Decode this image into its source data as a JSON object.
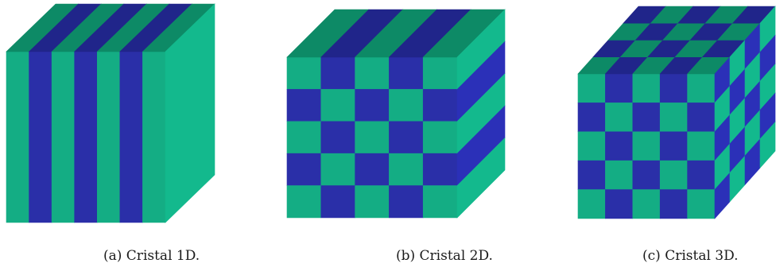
{
  "colors": {
    "green": "#14ad84",
    "blue": "#2a2fa8",
    "top_green": "#0d8a66",
    "top_blue": "#20258a",
    "side_green": "#13b98d",
    "side_blue": "#2b30b8"
  },
  "figures": [
    {
      "id": "a",
      "caption": "(a) Cristal 1D.",
      "pattern": "1D"
    },
    {
      "id": "b",
      "caption": "(b) Cristal 2D.",
      "pattern": "2D"
    },
    {
      "id": "c",
      "caption": "(c) Cristal 3D.",
      "pattern": "3D"
    }
  ]
}
